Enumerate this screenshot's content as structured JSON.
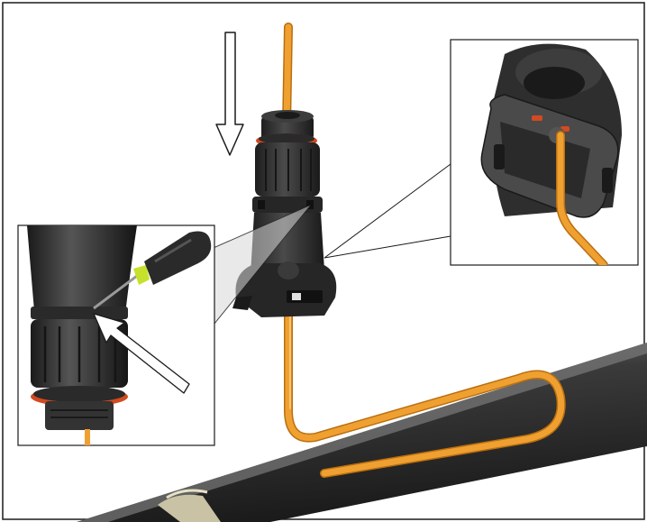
{
  "figure": {
    "frame_color": "#1a1a1a",
    "background": "#ffffff",
    "cable_color": "#f0a030",
    "cable_shadow": "#b86f10",
    "pipe_color": "#3a3a3a",
    "connector_body": "#2c2c2c",
    "seal_ring": "#d24a1f",
    "tool_tip": "#c7e12a",
    "clip_band": "#c9c2a4"
  },
  "callouts": [
    {
      "name": "inset-side-release",
      "icon": "screwdriver-release-detail"
    },
    {
      "name": "inset-bottom-view",
      "icon": "connector-underside-detail"
    }
  ],
  "arrows": [
    {
      "name": "push-down-arrow",
      "icon": "down-arrow"
    },
    {
      "name": "release-pointer-arrow",
      "icon": "pointer-arrow"
    }
  ]
}
